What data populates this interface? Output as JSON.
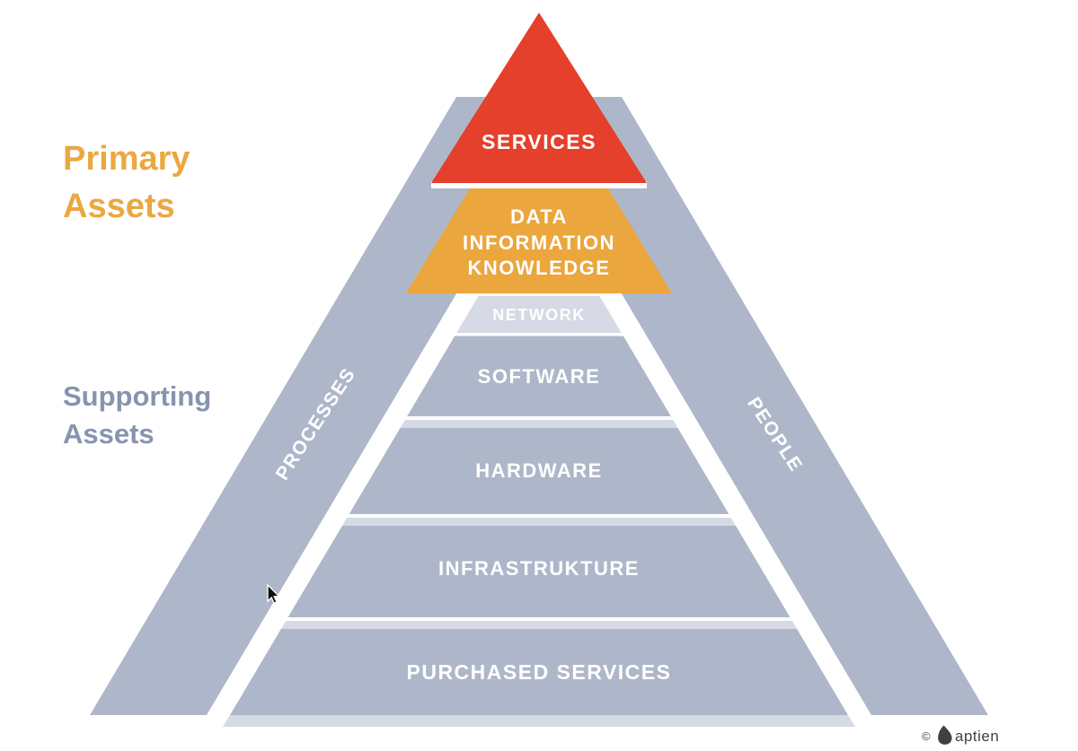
{
  "legend": {
    "primary": {
      "line1": "Primary",
      "line2": "Assets"
    },
    "supporting": {
      "line1": "Supporting",
      "line2": "Assets"
    }
  },
  "pyramid": {
    "top": "SERVICES",
    "primary_layer": {
      "line1": "DATA",
      "line2": "INFORMATION",
      "line3": "KNOWLEDGE"
    },
    "layers": [
      "NETWORK",
      "SOFTWARE",
      "HARDWARE",
      "INFRASTRUKTURE",
      "PURCHASED SERVICES"
    ],
    "left_edge": "PROCESSES",
    "right_edge": "PEOPLE"
  },
  "footer": {
    "copyright": "©",
    "brand": "aptien"
  },
  "colors": {
    "red": "#E5402C",
    "orange": "#EBA63E",
    "pyramid_gray": "#AEB7C9",
    "light_gray": "#D5DAE4",
    "primary_label": "#EBA840",
    "supporting_label": "#8694AF",
    "footer_text": "#414141"
  }
}
